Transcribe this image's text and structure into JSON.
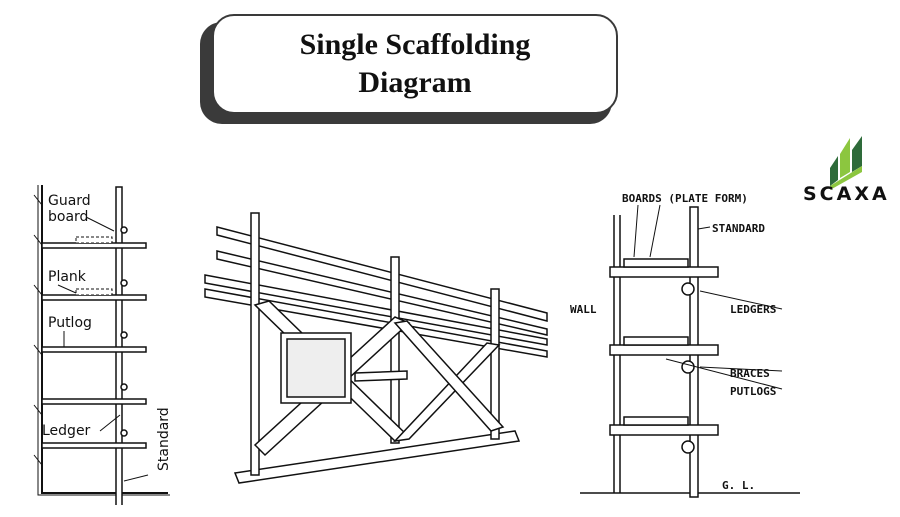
{
  "title": {
    "line1": "Single Scaffolding",
    "line2": "Diagram"
  },
  "brand": {
    "name": "SCAXA",
    "icon": "scaxa-logo-icon",
    "colors": {
      "light": "#8cc63f",
      "dark": "#2e6b3a"
    }
  },
  "left_diagram": {
    "labels": {
      "guard_board": "Guard",
      "guard_board2": "board",
      "plank": "Plank",
      "putlog": "Putlog",
      "ledger": "Ledger",
      "standard": "Standard"
    }
  },
  "right_diagram": {
    "labels": {
      "boards": "BOARDS (PLATE FORM)",
      "standard": "STANDARD",
      "wall": "WALL",
      "ledgers": "LEDGERS",
      "braces": "BRACES",
      "putlogs": "PUTLOGS",
      "gl": "G. L."
    }
  }
}
